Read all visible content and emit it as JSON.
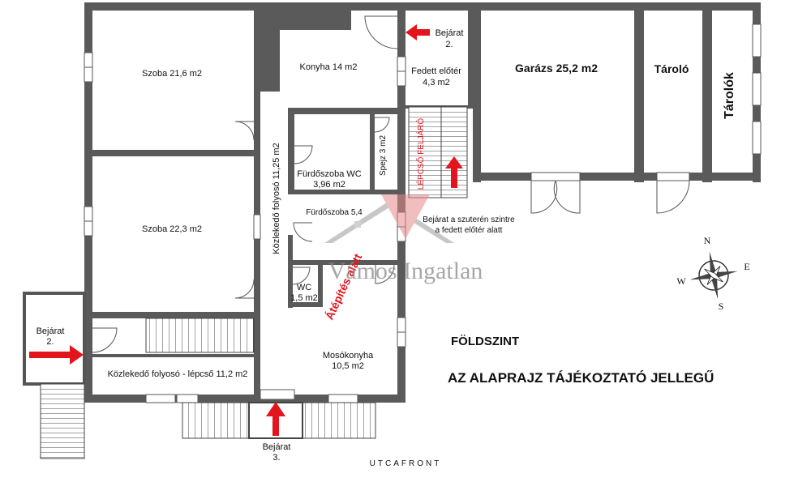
{
  "rooms": {
    "szoba1": "Szoba 21,6 m2",
    "szoba2": "Szoba 22,3 m2",
    "konyha": "Konyha 14 m2",
    "fedett_line1": "Fedett előtér",
    "fedett_line2": "4,3 m2",
    "furdo_line1": "Fürdőszoba WC",
    "furdo_line2": "3,96 m2",
    "spejz": "Spejz 3 m2",
    "folyoso_vertical": "Közlekedő folyosó 11,25 m2",
    "furdo_partial": "Fürdőszoba 5,4",
    "wc_line1": "WC",
    "wc_line2": "1,5 m2",
    "moso_line1": "Mosókonyha",
    "moso_line2": "10,5 m2",
    "folyoso_lepcso": "Közlekedő folyosó - lépcső 11,2 m2",
    "garazs": "Garázs 25,2 m2",
    "tarolo": "Tároló",
    "tarolok": "Tárolók",
    "lepcso_feljaro": "LÉPCSŐ FELJÁRÓ",
    "atepites": "Átépítés alatt"
  },
  "entrances": {
    "right_line1": "Bejárat",
    "right_line2": "2.",
    "left_line1": "Bejárat",
    "left_line2": "2.",
    "bottom_line1": "Bejárat",
    "bottom_line2": "3."
  },
  "notes": {
    "szuteren_line1": "Bejárat a szuterén szintre",
    "szuteren_line2": "a fedett előtér alatt",
    "level": "FÖLDSZINT",
    "disclaimer": "AZ ALAPRAJZ TÁJÉKOZTATÓ JELLEGŰ",
    "street": "UTCAFRONT",
    "watermark": "Vámos Ingatlan"
  },
  "compass": {
    "n": "N",
    "e": "E",
    "s": "S",
    "w": "W"
  },
  "colors": {
    "wall": "#5a5a5a",
    "arrow": "#e3141b",
    "watermark_logo": "#e58a8a"
  }
}
